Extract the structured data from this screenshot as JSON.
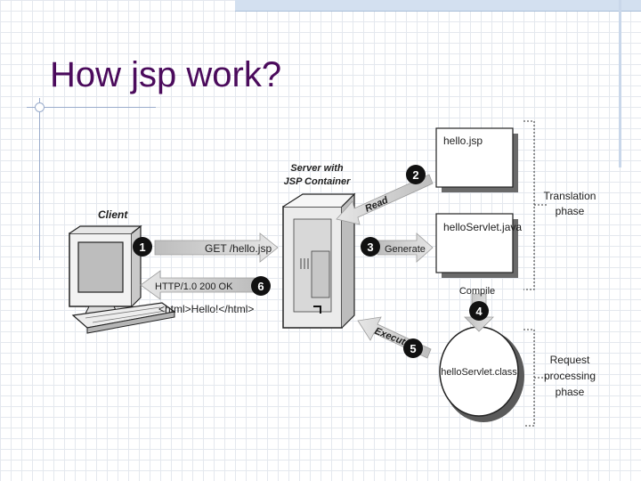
{
  "slide": {
    "title": "How jsp work?"
  },
  "diagram": {
    "client_label": "Client",
    "server_label_line1": "Server with",
    "server_label_line2": "JSP Container",
    "files": {
      "jsp": "hello.jsp",
      "servlet_java": "helloServlet.java",
      "servlet_class": "helloServlet.class"
    },
    "steps": [
      {
        "number": "1",
        "label": "GET /hello.jsp"
      },
      {
        "number": "2",
        "label": "Read"
      },
      {
        "number": "3",
        "label": "Generate"
      },
      {
        "number": "4",
        "label": "Compile"
      },
      {
        "number": "5",
        "label": "Execute"
      },
      {
        "number": "6",
        "label": "HTTP/1.0 200 OK"
      }
    ],
    "response_body": "<html>Hello!</html>",
    "phases": {
      "translation_line1": "Translation",
      "translation_line2": "phase",
      "request_line1": "Request",
      "request_line2": "processing",
      "request_line3": "phase"
    }
  }
}
